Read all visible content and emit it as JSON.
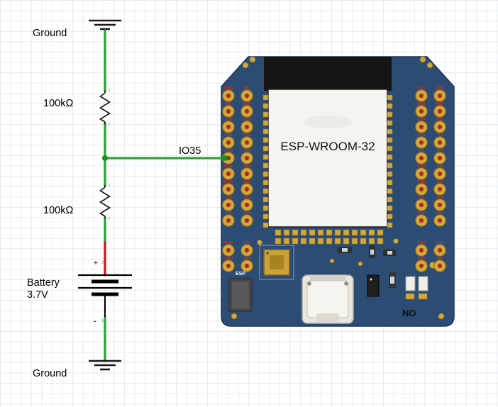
{
  "circuit": {
    "ground_top_label": "Ground",
    "resistor_top_label": "100kΩ",
    "net_label": "IO35",
    "resistor_bottom_label": "100kΩ",
    "battery_name": "Battery",
    "battery_voltage": "3.7V",
    "ground_bottom_label": "Ground",
    "battery_plus": "+",
    "battery_minus": "-",
    "pin1": "1",
    "pin2": "2"
  },
  "board": {
    "module_label": "ESP-WROOM-32",
    "silk_esp": "ESP",
    "silk_on": "NO",
    "left_pins_top": [
      {
        "outer": "GND",
        "inner": "NC"
      },
      {
        "outer": "NC",
        "inner": "SVP"
      },
      {
        "outer": "SVN",
        "inner": "IO26"
      },
      {
        "outer": "IO34",
        "inner": "IO18"
      },
      {
        "outer": "IO35",
        "inner": "IO19"
      },
      {
        "outer": "IO32",
        "inner": "IO23"
      },
      {
        "outer": "IO33",
        "inner": "IO5"
      },
      {
        "outer": "TMS",
        "inner": "NC"
      },
      {
        "outer": "TDS",
        "inner": "3.3V"
      }
    ],
    "left_pins_bottom": [
      {
        "outer": "GND",
        "inner": "SD2"
      },
      {
        "outer": "CMD",
        "inner": "SD3"
      }
    ],
    "right_pins_top": [
      {
        "inner": "TXD",
        "outer": "GND"
      },
      {
        "inner": "RXD",
        "outer": "IO27"
      },
      {
        "inner": "IO22",
        "outer": "IO25"
      },
      {
        "inner": "IO21",
        "outer": "TDI"
      },
      {
        "inner": "NC",
        "outer": "IO4"
      },
      {
        "inner": "IO17",
        "outer": "IO0"
      },
      {
        "inner": "IO16",
        "outer": "IO2"
      },
      {
        "inner": "NC",
        "outer": "IO12"
      },
      {
        "inner": "VCC",
        "outer": "IO13"
      }
    ],
    "right_pins_bottom": [
      {
        "inner": "SD0",
        "outer": "CLK"
      },
      {
        "inner": "SD1",
        "outer": "NC"
      }
    ]
  },
  "colors": {
    "wire_green": "#2aa52a",
    "wire_green_dark": "#1d8c1d",
    "wire_red": "#cc1a1a",
    "board_blue": "#2c4c74",
    "board_edge": "#1c3657",
    "pad_gold": "#d2a83b",
    "pad_gold_edge": "#8a6a1e",
    "pad_hole_red": "#a82c1e",
    "pin_label_red": "#d42d1d",
    "module_shield": "#f6f4f0",
    "antenna_black": "#141414"
  }
}
